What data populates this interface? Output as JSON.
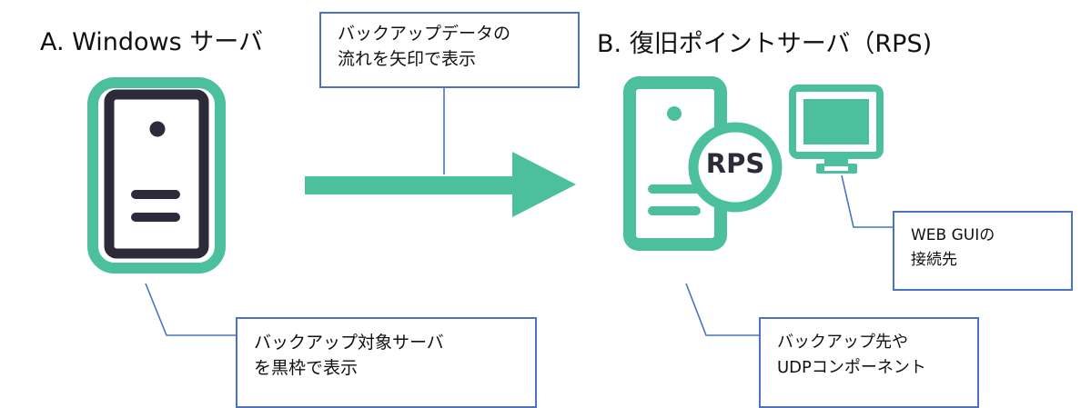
{
  "title_a": "A. Windows サーバ",
  "title_b": "B. 復旧ポイントサーバ（RPS)",
  "callout_top": {
    "line1": "バックアップデータの",
    "line2": "流れを矢印で表示"
  },
  "callout_left": {
    "line1": "バックアップ対象サーバ",
    "line2": "を黒枠で表示"
  },
  "callout_web": {
    "line1": "WEB GUIの",
    "line2": "接続先"
  },
  "callout_right": {
    "line1": "バックアップ先や",
    "line2": "UDPコンポーネント"
  },
  "rps_badge": "RPS",
  "icons": {
    "server_a": "server-icon",
    "server_b": "server-icon",
    "monitor": "monitor-icon",
    "flow": "arrow-right-icon"
  },
  "colors": {
    "accent_green": "#4cbf9d",
    "server_dark": "#2d2b3a",
    "callout_border": "#4a72c4",
    "connector_line": "#4a72c4"
  }
}
